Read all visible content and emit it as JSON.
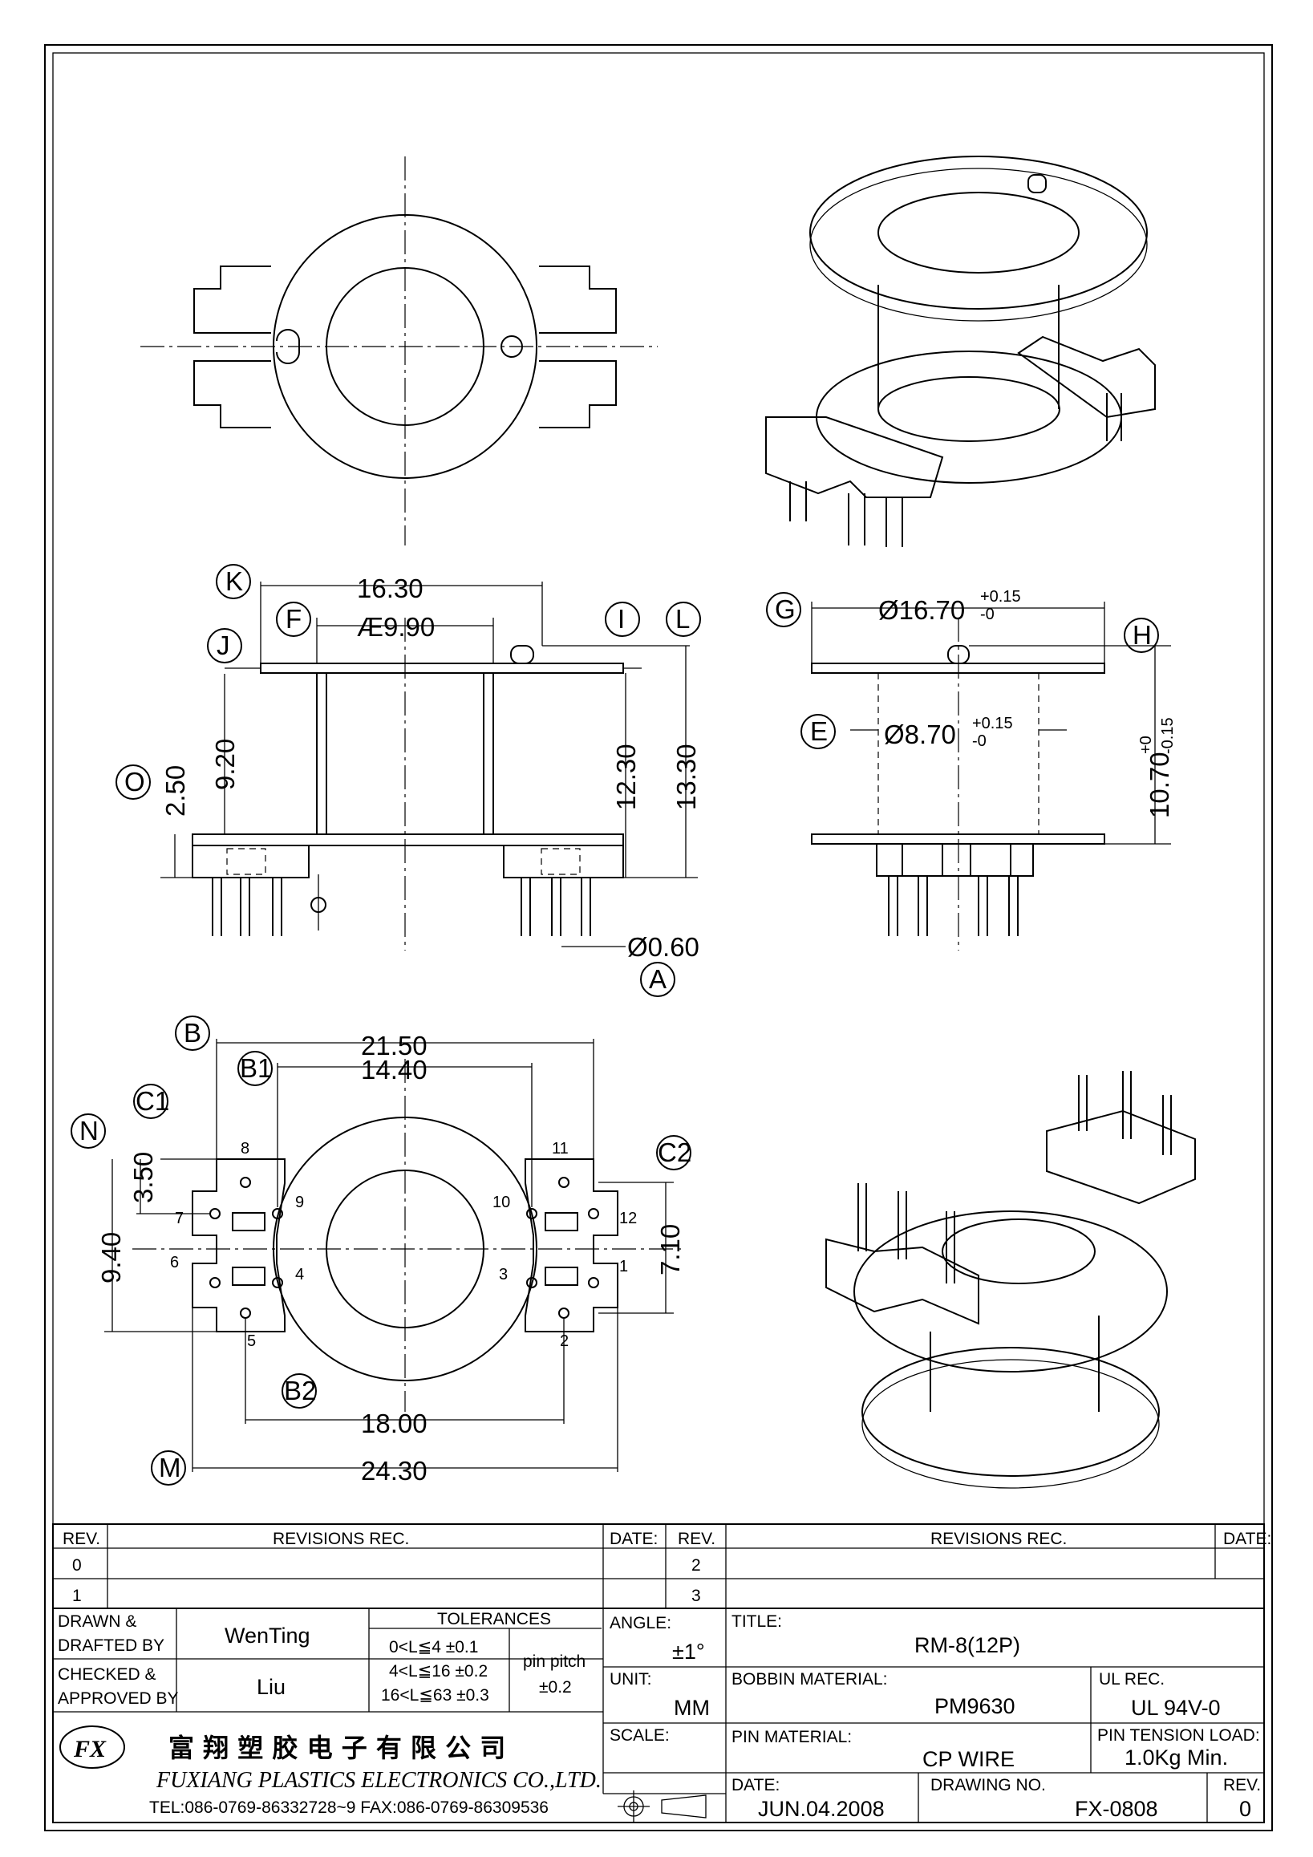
{
  "dimensions": {
    "d1630": "16.30",
    "d990": "Æ9.90",
    "d920": "9.20",
    "d250": "2.50",
    "d1230": "12.30",
    "d1330": "13.30",
    "d060": "Ø0.60",
    "d1670": "Ø16.70",
    "d1670_tol_plus": "+0.15",
    "d1670_tol_minus": "-0",
    "d870": "Ø8.70",
    "d870_tol_plus": "+0.15",
    "d870_tol_minus": "-0",
    "d1070": "10.70",
    "d1070_tol_plus": "+0",
    "d1070_tol_minus": "-0.15",
    "d2150": "21.50",
    "d1440": "14.40",
    "d350": "3.50",
    "d940": "9.40",
    "d710": "7.10",
    "d1800": "18.00",
    "d2430": "24.30"
  },
  "callouts": [
    "K",
    "F",
    "I",
    "L",
    "J",
    "O",
    "A",
    "G",
    "H",
    "E",
    "B",
    "B1",
    "C1",
    "N",
    "C2",
    "B2",
    "M"
  ],
  "pins": [
    "8",
    "7",
    "9",
    "6",
    "4",
    "5",
    "11",
    "10",
    "12",
    "3",
    "1",
    "2"
  ],
  "title_block": {
    "rev_header": "REV.",
    "revisions_header": "REVISIONS    REC.",
    "date_header": "DATE:",
    "rev_rows_left": [
      "0",
      "1"
    ],
    "rev_rows_right": [
      "2",
      "3"
    ],
    "drawn_label": "DRAWN &\nDRAFTED BY",
    "drawn_label_l1": "DRAWN &",
    "drawn_label_l2": "DRAFTED BY",
    "drawn_value": "WenTing",
    "checked_label_l1": "CHECKED &",
    "checked_label_l2": "APPROVED BY",
    "checked_value": "Liu",
    "tolerances_label": "TOLERANCES",
    "tol1": "0<L≦4    ±0.1",
    "tol2": "4<L≦16  ±0.2",
    "tol3": "16<L≦63  ±0.3",
    "pin_pitch_label": "pin pitch",
    "pin_pitch_value": "±0.2",
    "angle_label": "ANGLE:",
    "angle_value": "±1°",
    "unit_label": "UNIT:",
    "unit_value": "MM",
    "scale_label": "SCALE:",
    "title_label": "TITLE:",
    "title_value": "RM-8(12P)",
    "bobbin_label": "BOBBIN MATERIAL:",
    "bobbin_value": "PM9630",
    "ul_label": "UL REC.",
    "ul_value": "UL 94V-0",
    "pin_material_label": "PIN MATERIAL:",
    "pin_material_value": "CP WIRE",
    "pin_tension_label": "PIN TENSION LOAD:",
    "pin_tension_value": "1.0Kg Min.",
    "date_label": "DATE:",
    "date_value": "JUN.04.2008",
    "drawing_no_label": "DRAWING NO.",
    "drawing_no_value": "FX-0808",
    "rev_label": "REV.",
    "rev_value": "0",
    "company_cn": "富 翔 塑 胶 电 子 有 限 公 司",
    "company_en": "FUXIANG PLASTICS ELECTRONICS CO.,LTD.",
    "company_tel": "TEL:086-0769-86332728~9   FAX:086-0769-86309536",
    "logo_text": "FX"
  }
}
